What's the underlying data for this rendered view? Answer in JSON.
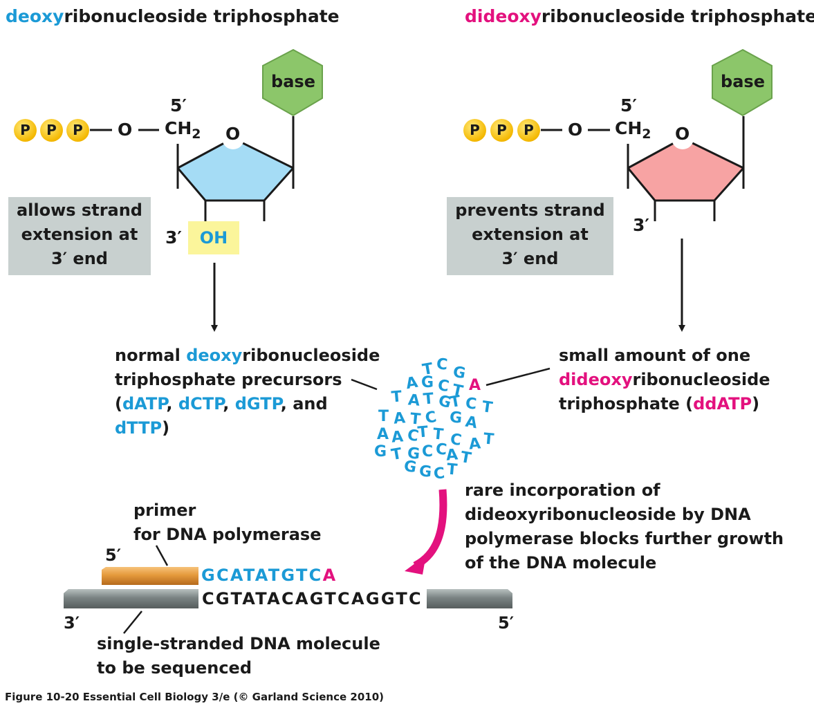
{
  "left_panel": {
    "title_prefix": "deoxy",
    "title_rest": "ribonucleoside triphosphate",
    "phosphates": [
      "P",
      "P",
      "P"
    ],
    "oxygen_link": "O",
    "ch2_main": "CH",
    "ch2_sub": "2",
    "ring_oxygen": "O",
    "five_prime": "5′",
    "three_prime": "3′",
    "base_label": "base",
    "hydroxyl": "OH",
    "note_lines": [
      "allows strand",
      "extension at",
      "3′ end"
    ]
  },
  "right_panel": {
    "title_prefix": "dideoxy",
    "title_rest": "ribonucleoside triphosphate",
    "phosphates": [
      "P",
      "P",
      "P"
    ],
    "oxygen_link": "O",
    "ch2_main": "CH",
    "ch2_sub": "2",
    "ring_oxygen": "O",
    "five_prime": "5′",
    "three_prime": "3′",
    "base_label": "base",
    "note_lines": [
      "prevents strand",
      "extension at",
      "3′ end"
    ]
  },
  "precursors": {
    "line1_prefix": "normal ",
    "line1_blue": "deoxy",
    "line1_rest": "ribonucleoside",
    "line2": "triphosphate precursors",
    "line3_open": "(",
    "line3_datp": "dATP",
    "line3_comma1": ", ",
    "line3_dctp": "dCTP",
    "line3_comma2": ", ",
    "line3_dgtp": "dGTP",
    "line3_and": ", and",
    "line4_dttp": "dTTP",
    "line4_close": ")"
  },
  "dideoxy_amount": {
    "line1": "small amount of one",
    "line2_pink": "dideoxy",
    "line2_rest": "ribonucleoside",
    "line3_prefix": "triphosphate (",
    "line3_pink": "ddATP",
    "line3_close": ")"
  },
  "nucleotide_cloud": {
    "letters": [
      "T",
      "C",
      "G",
      "A",
      "G",
      "C",
      "T",
      "A",
      "T",
      "A",
      "T",
      "G",
      "T",
      "C",
      "T",
      "T",
      "A",
      "T",
      "C",
      "G",
      "A",
      "A",
      "A",
      "C",
      "T",
      "T",
      "C",
      "A",
      "T",
      "G",
      "T",
      "G",
      "C",
      "C",
      "A",
      "T",
      "G",
      "G",
      "C",
      "T"
    ],
    "highlight_letter": "A"
  },
  "incorporation_note": {
    "lines": [
      "rare incorporation of",
      "dideoxyribonucleoside by DNA",
      "polymerase blocks further growth",
      "of the DNA molecule"
    ]
  },
  "sequencing": {
    "primer_line1": "primer",
    "primer_line2": "for DNA polymerase",
    "primer_five_prime": "5′",
    "new_strand_blue": "GCATATGTC",
    "new_strand_terminator": "A",
    "template_seq": "CGTATACAGTCAGGTC",
    "template_three_prime": "3′",
    "template_five_prime": "5′",
    "template_line1": "single-stranded DNA molecule",
    "template_line2": "to be sequenced"
  },
  "colors": {
    "deoxy_blue": "#1b9ad6",
    "dideoxy_pink": "#e3117e",
    "ring_blue": "#a5dcf5",
    "ring_pink": "#f7a3a3",
    "base_green": "#8cc66a",
    "phosphate_yellow": "#f4b800",
    "note_gray": "#c8d0cf",
    "primer_orange": "#e59a3c",
    "template_gray": "#7a8383"
  },
  "figure_caption": "Figure 10-20  Essential Cell Biology 3/e (© Garland Science 2010)"
}
